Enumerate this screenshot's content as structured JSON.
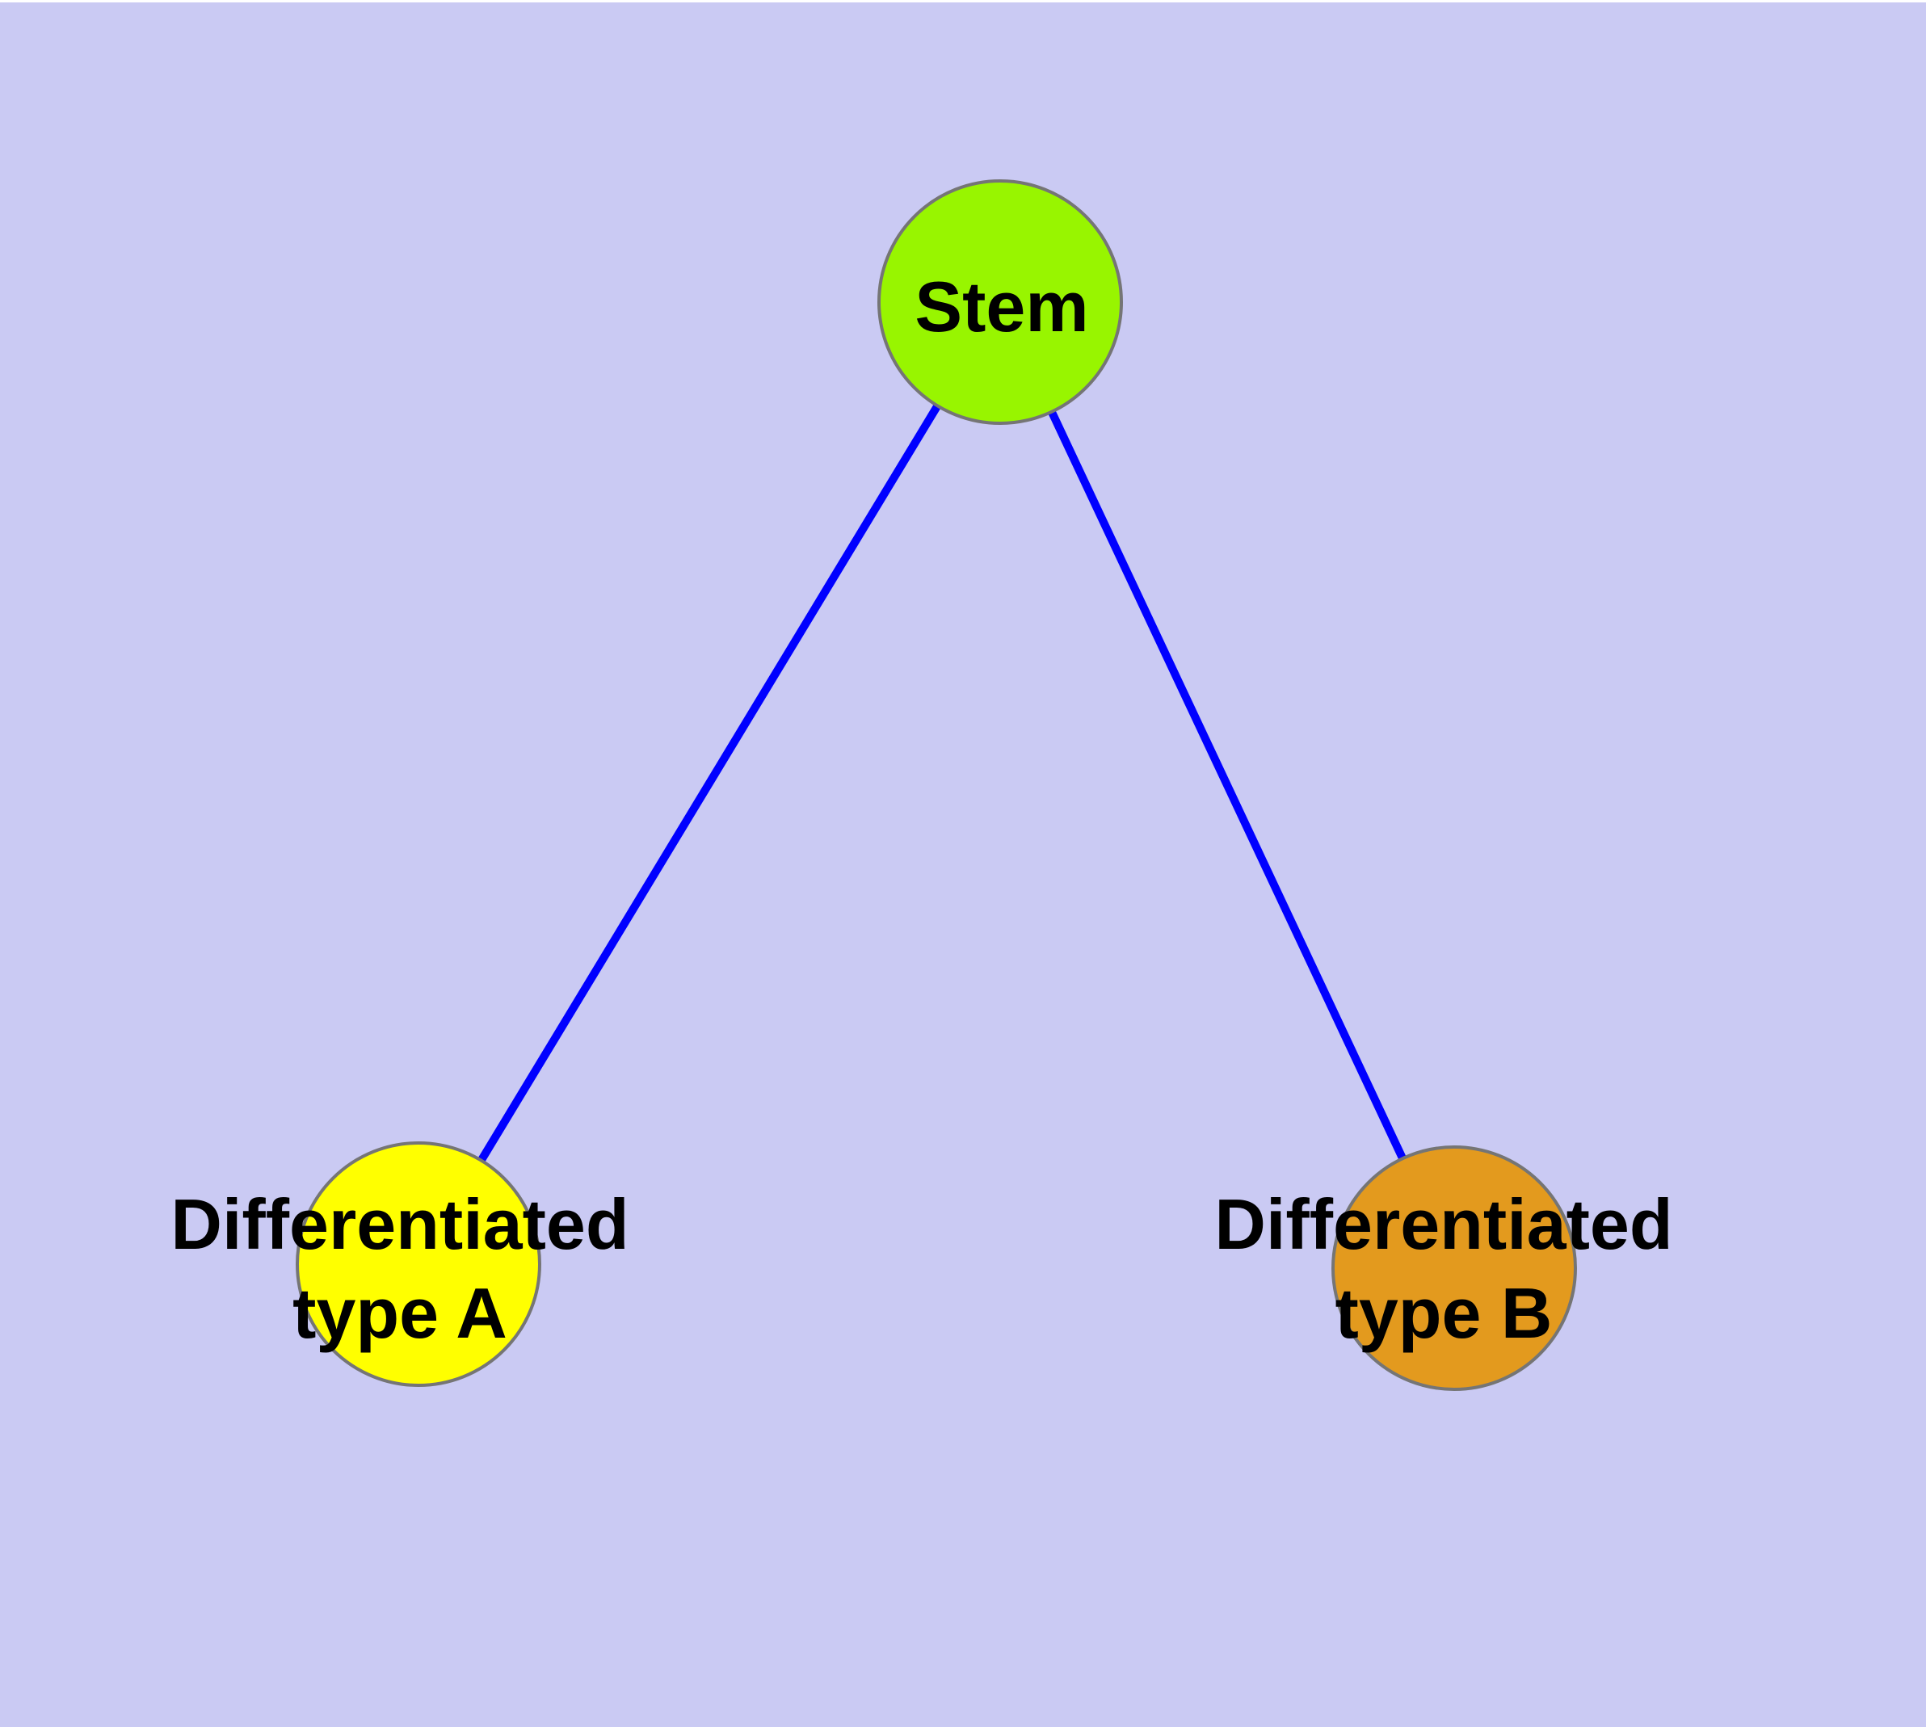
{
  "diagram": {
    "type": "node-link-graph",
    "background_color": "#CACAF3",
    "top_margin_color": "#FFFFFF",
    "edge_color": "#0000FF",
    "node_border_color": "#757575",
    "text_color": "#000000",
    "nodes": [
      {
        "id": "stem",
        "label": "Stem",
        "label_line1": "Stem",
        "fill_color": "#98F500"
      },
      {
        "id": "differentiated-type-a",
        "label": "Differentiated type A",
        "label_line1": "Differentiated",
        "label_line2": "type A",
        "fill_color": "#FFFF00"
      },
      {
        "id": "differentiated-type-b",
        "label": "Differentiated type B",
        "label_line1": "Differentiated",
        "label_line2": "type B",
        "fill_color": "#E39A1E"
      }
    ],
    "edges": [
      {
        "from": "Stem",
        "to": "Differentiated type A"
      },
      {
        "from": "Stem",
        "to": "Differentiated type B"
      }
    ]
  }
}
